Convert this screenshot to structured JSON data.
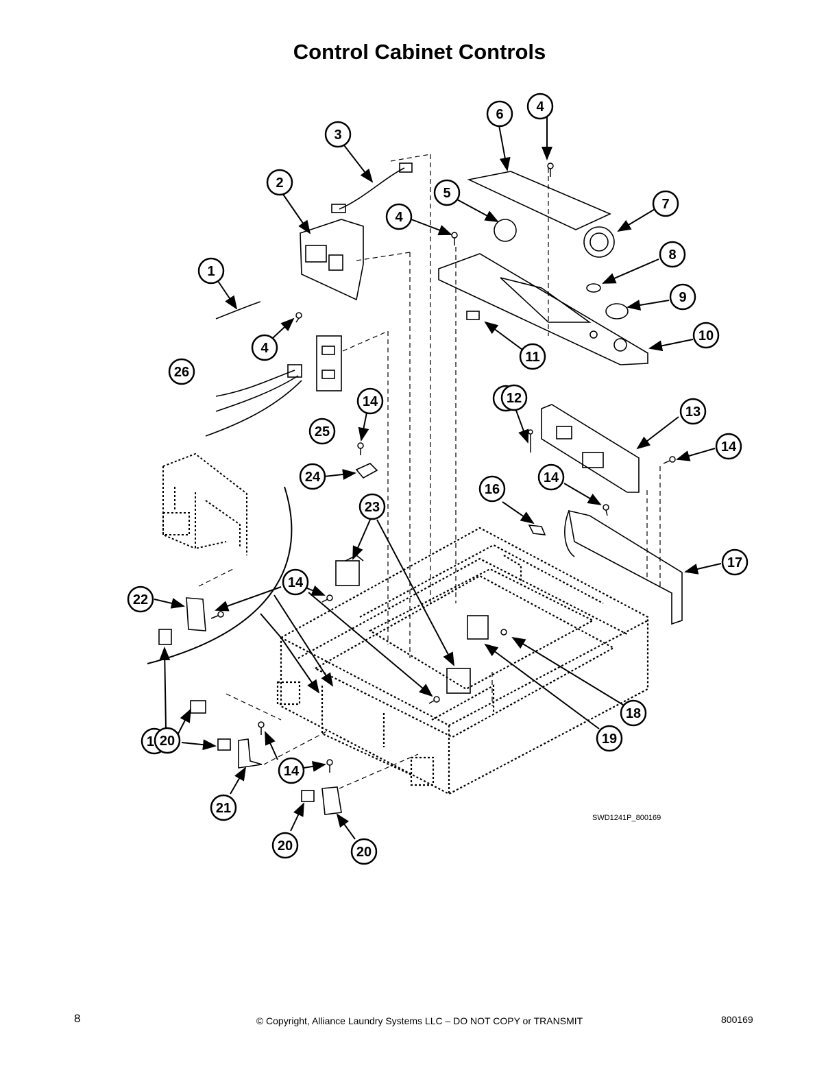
{
  "title": "Control Cabinet Controls",
  "diagram_code": "SWD1241P_800169",
  "footer": {
    "page_number": "8",
    "copyright": "© Copyright, Alliance Laundry Systems LLC – DO NOT COPY or TRANSMIT",
    "document_number": "800169"
  },
  "callouts": [
    "1",
    "2",
    "3",
    "4",
    "4",
    "4",
    "5",
    "5",
    "6",
    "7",
    "8",
    "9",
    "10",
    "11",
    "12",
    "13",
    "14",
    "14",
    "14",
    "14",
    "14",
    "15",
    "16",
    "17",
    "18",
    "19",
    "20",
    "20",
    "20",
    "21",
    "22",
    "23",
    "24",
    "25",
    "26"
  ]
}
